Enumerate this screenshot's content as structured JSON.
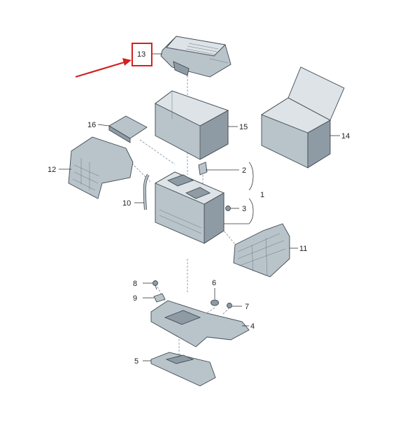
{
  "diagram": {
    "highlighted_part": "13",
    "highlight_color": "#d42020",
    "part_color": "#b9c3ca",
    "outline_color": "#3e4a52",
    "labels": {
      "p1": "1",
      "p2": "2",
      "p3": "3",
      "p4": "4",
      "p5": "5",
      "p6": "6",
      "p7": "7",
      "p8": "8",
      "p9": "9",
      "p10": "10",
      "p11": "11",
      "p12": "12",
      "p13": "13",
      "p14": "14",
      "p15": "15",
      "p16": "16"
    }
  }
}
